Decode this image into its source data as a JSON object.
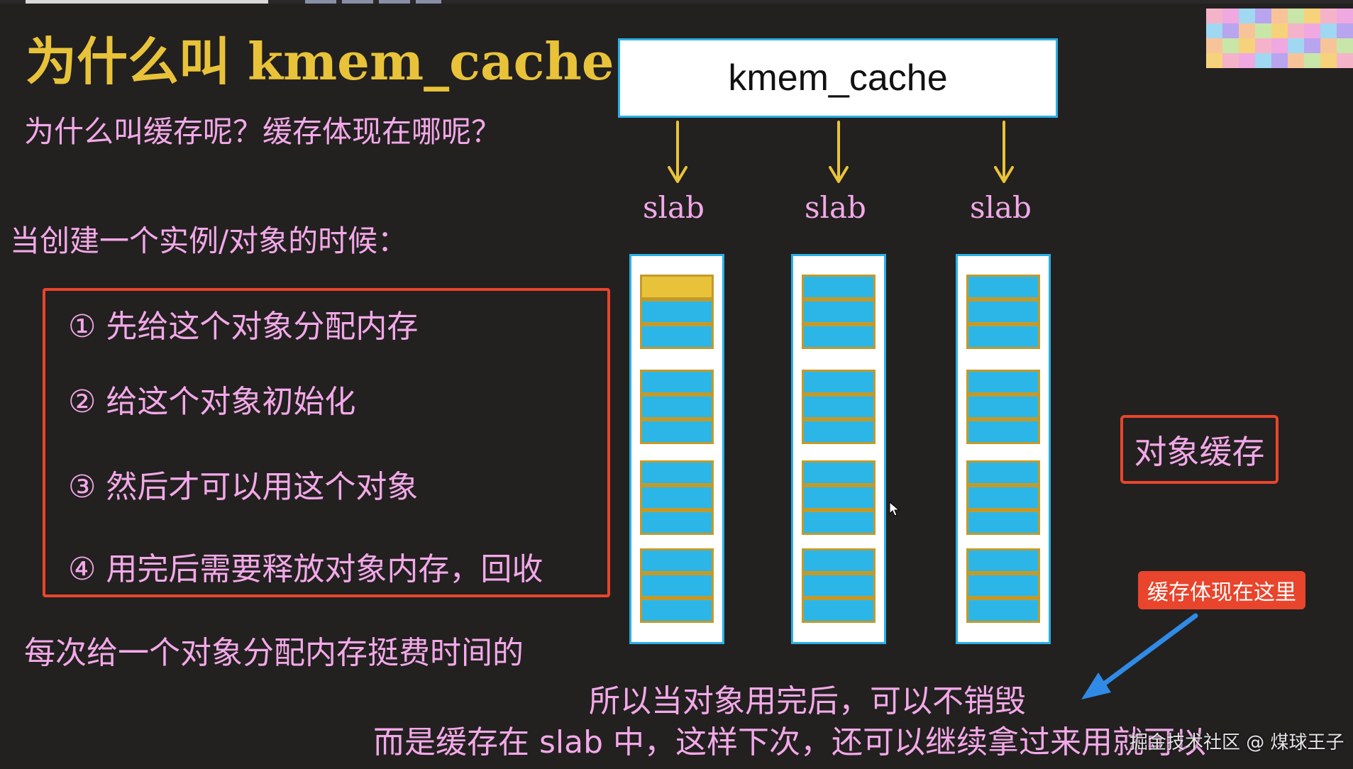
{
  "title": "为什么叫 kmem_cache",
  "subtitle": "为什么叫缓存呢？缓存体现在哪呢？",
  "when_creating": "当创建一个实例/对象的时候：",
  "steps": [
    "① 先给这个对象分配内存",
    "② 给这个对象初始化",
    "③ 然后才可以用这个对象",
    "④ 用完后需要释放对象内存，回收"
  ],
  "costly_note": "每次给一个对象分配内存挺费时间的",
  "diagram": {
    "cache_label": "kmem_cache",
    "slab_labels": [
      "slab",
      "slab",
      "slab"
    ],
    "object_cache_label": "对象缓存",
    "cache_here_tag": "缓存体现在这里"
  },
  "conclusion": {
    "line1": "所以当对象用完后，可以不销毁",
    "line2": "而是缓存在 slab 中，这样下次，还可以继续拿过来用就可以"
  },
  "watermark": "掘金技术社区 @ 煤球王子",
  "colors": {
    "background": "#232020",
    "title": "#e8c33a",
    "text": "#f2a9e8",
    "accent_red": "#e8452c",
    "cell_blue": "#2cb6e8",
    "cell_used": "#e8c33a",
    "arrow_blue": "#2f8be6"
  }
}
